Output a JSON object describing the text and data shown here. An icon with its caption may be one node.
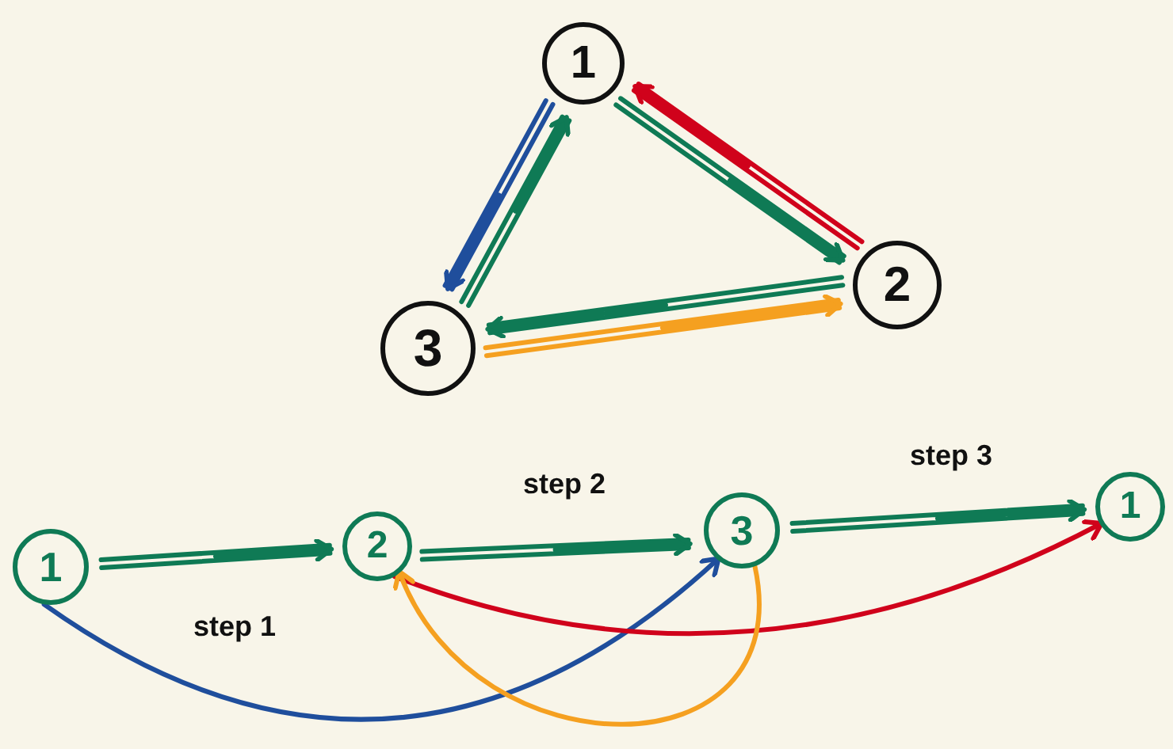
{
  "diagram": {
    "nodes": [
      {
        "text": [
          "1"
        ]
      },
      {
        "text": [
          "2"
        ]
      },
      {
        "text": [
          "3"
        ]
      },
      {
        "text": [
          "1"
        ]
      },
      {
        "text": [
          "2"
        ]
      },
      {
        "text": [
          "3"
        ]
      },
      {
        "text": [
          "1"
        ]
      }
    ],
    "edges": [
      {
        "from": 0,
        "to": 2,
        "arrow": "to",
        "color": "#1f4e9c"
      },
      {
        "from": 2,
        "to": 0,
        "arrow": "to",
        "color": "#0f7a55"
      },
      {
        "from": 0,
        "to": 1,
        "arrow": "to",
        "color": "#0f7a55"
      },
      {
        "from": 1,
        "to": 0,
        "arrow": "to",
        "color": "#d0021b"
      },
      {
        "from": 1,
        "to": 2,
        "arrow": "to",
        "color": "#0f7a55"
      },
      {
        "from": 2,
        "to": 1,
        "arrow": "to",
        "color": "#f5a020"
      },
      {
        "from": 3,
        "to": 4,
        "arrow": "to",
        "color": "#0f7a55",
        "label": "step 1"
      },
      {
        "from": 4,
        "to": 5,
        "arrow": "to",
        "color": "#0f7a55",
        "label": "step 2"
      },
      {
        "from": 5,
        "to": 6,
        "arrow": "to",
        "color": "#0f7a55",
        "label": "step 3"
      },
      {
        "from": 3,
        "to": 5,
        "arrow": "to",
        "color": "#1f4e9c"
      },
      {
        "from": 4,
        "to": 6,
        "arrow": "to",
        "color": "#d0021b"
      },
      {
        "from": 5,
        "to": 4,
        "arrow": "to",
        "color": "#f5a020"
      }
    ]
  }
}
